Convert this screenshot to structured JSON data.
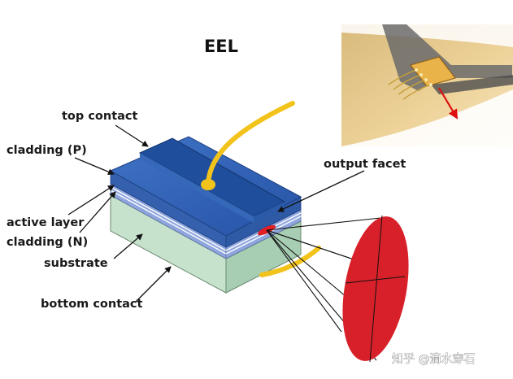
{
  "title": "EEL",
  "labels": {
    "top_contact": "top contact",
    "cladding_p": "cladding (P)",
    "active_layer": "active layer",
    "cladding_n": "cladding (N)",
    "substrate": "substrate",
    "bottom_contact": "bottom contact",
    "output_facet": "output facet"
  },
  "watermark": "知乎 @滴水穿石",
  "colors": {
    "top_dark": "#1f4e9c",
    "top_light": "#3a6cc0",
    "ridge": "#2b5fb3",
    "cladding_side": "#8fa6d8",
    "substrate_side": "#a9cfb4",
    "substrate_front": "#c3e0cb",
    "wire": "#f2c31a",
    "beam": "#e11d25",
    "inset_bg": "#e7c98a"
  }
}
